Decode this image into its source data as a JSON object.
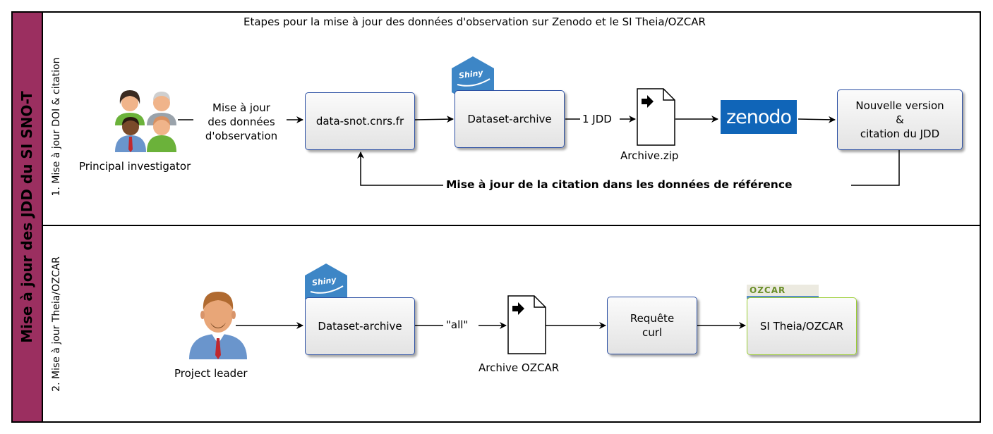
{
  "pool": {
    "title": "Mise à jour des JDD du SI SNO-T",
    "band_color": "#9b2f60"
  },
  "diagram_title": "Etapes pour la mise à jour des données d'observation sur Zenodo et le SI Theia/OZCAR",
  "lanes": [
    {
      "label": "1. Mise à jour DOI & citation",
      "actor": "Principal investigator",
      "nodes": {
        "data_snot": "data-snot.cnrs.fr",
        "dataset_archive": "Dataset-archive",
        "archive_file": "Archive.zip",
        "zenodo_logo": "zenodo",
        "nouvelle_version": [
          "Nouvelle version",
          "&",
          "citation du JDD"
        ]
      },
      "edges": {
        "mise_a_jour": [
          "Mise à jour",
          "des données",
          "d'observation"
        ],
        "jdd": "1 JDD",
        "feedback": "Mise à jour de la citation dans les données de référence"
      }
    },
    {
      "label": "2. Mise à jour Theia/OZCAR",
      "actor": "Project leader",
      "nodes": {
        "dataset_archive": "Dataset-archive",
        "archive_file": "Archive OZCAR",
        "requete": [
          "Requête",
          "curl"
        ],
        "si_theia": "SI Theia/OZCAR",
        "ozcar_logo": "OZCAR"
      },
      "edges": {
        "all": "\"all\""
      }
    }
  ],
  "badges": {
    "shiny": "Shiny"
  },
  "colors": {
    "box_border": "#2b4fa3",
    "green_border": "#9acd32",
    "shiny": "#3d86c6",
    "zenodo": "#1065b8"
  }
}
